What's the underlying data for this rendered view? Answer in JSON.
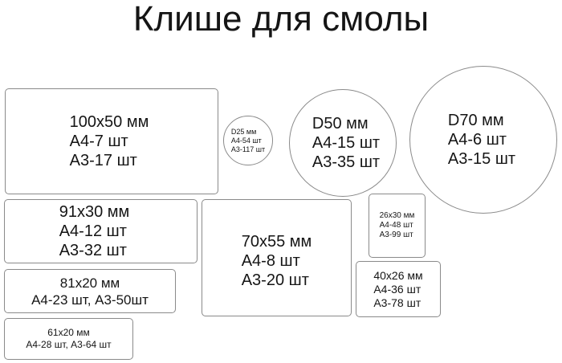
{
  "title": "Клише для смолы",
  "shapes": [
    {
      "name": "rect-100x50",
      "lines": [
        "100x50 мм",
        "А4-7 шт",
        "А3-17 шт"
      ]
    },
    {
      "name": "circle-d25",
      "lines": [
        "D25 мм",
        "А4-54 шт",
        "А3-117 шт"
      ]
    },
    {
      "name": "circle-d50",
      "lines": [
        "D50 мм",
        "А4-15 шт",
        "А3-35 шт"
      ]
    },
    {
      "name": "circle-d70",
      "lines": [
        "D70 мм",
        "А4-6 шт",
        "А3-15 шт"
      ]
    },
    {
      "name": "rect-91x30",
      "lines": [
        "91x30 мм",
        "А4-12 шт",
        "А3-32 шт"
      ]
    },
    {
      "name": "rect-70x55",
      "lines": [
        "70x55 мм",
        "А4-8 шт",
        "А3-20 шт"
      ]
    },
    {
      "name": "rect-26x30",
      "lines": [
        "26x30 мм",
        "А4-48 шт",
        "А3-99 шт"
      ]
    },
    {
      "name": "rect-81x20",
      "lines": [
        "81x20 мм",
        "А4-23 шт, А3-50шт"
      ]
    },
    {
      "name": "rect-40x26",
      "lines": [
        "40x26 мм",
        "А4-36 шт",
        "А3-78 шт"
      ]
    },
    {
      "name": "rect-61x20",
      "lines": [
        "61x20 мм",
        "А4-28 шт, А3-64 шт"
      ]
    }
  ]
}
